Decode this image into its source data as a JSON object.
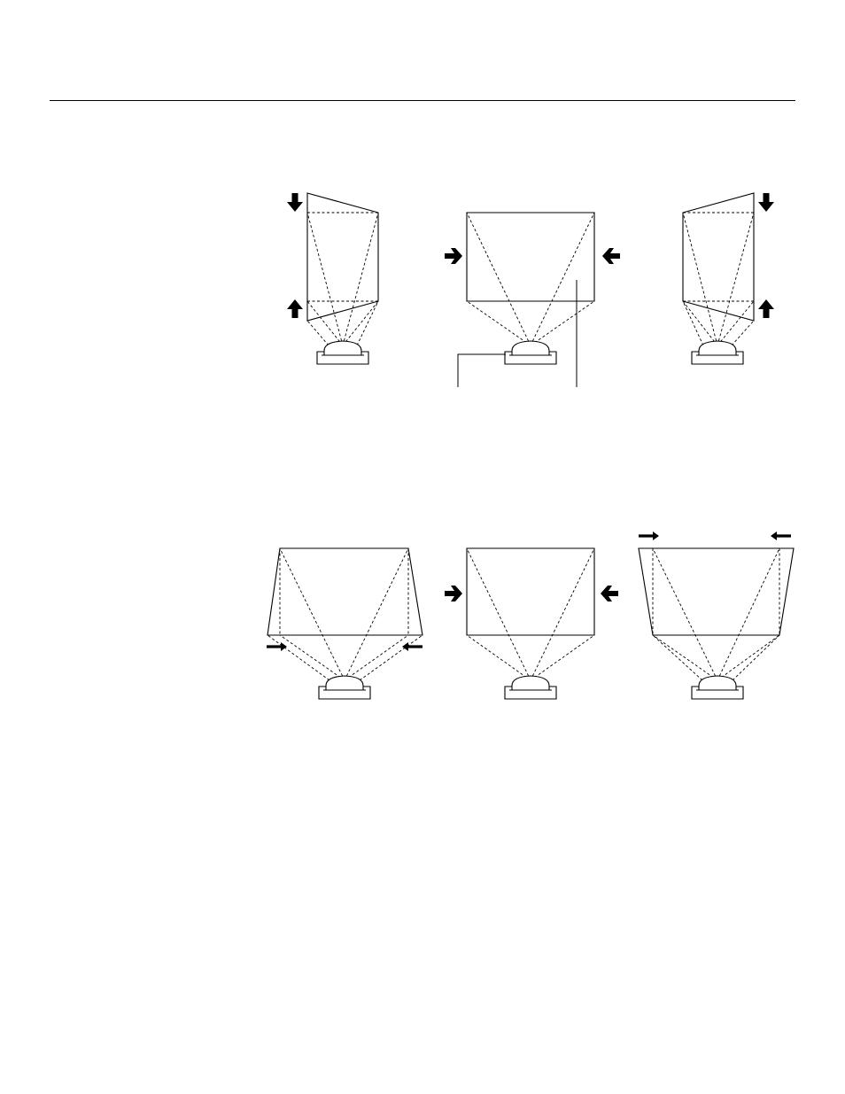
{
  "page": {
    "background_color": "#ffffff",
    "line_color": "#000000"
  },
  "figures": {
    "vertical_keystone": {
      "panels": [
        "keystone-top-wide",
        "corrected-image",
        "keystone-bottom-wide"
      ],
      "leaders": [
        "projector-callout",
        "screen-image-callout"
      ]
    },
    "horizontal_keystone": {
      "panels": [
        "keystone-bottom-wide",
        "corrected-image",
        "keystone-top-wide"
      ]
    }
  },
  "icons": [
    "projector-icon",
    "arrow-down-icon",
    "arrow-up-icon",
    "arrow-right-icon",
    "arrow-left-icon"
  ]
}
